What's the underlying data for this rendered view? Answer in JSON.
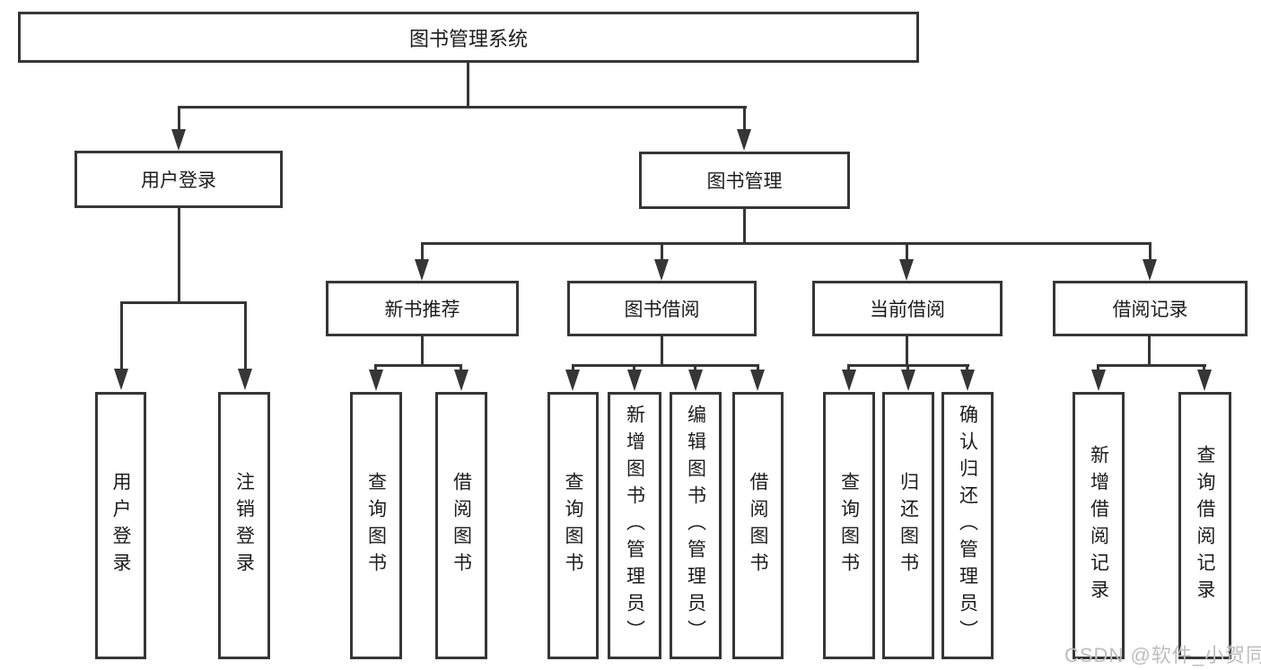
{
  "tree": {
    "root": "图书管理系统",
    "children": [
      {
        "label": "用户登录",
        "children": [
          {
            "label": "用户登录"
          },
          {
            "label": "注销登录"
          }
        ]
      },
      {
        "label": "图书管理",
        "children": [
          {
            "label": "新书推荐",
            "children": [
              {
                "label": "查询图书"
              },
              {
                "label": "借阅图书"
              }
            ]
          },
          {
            "label": "图书借阅",
            "children": [
              {
                "label": "查询图书"
              },
              {
                "label": "新增图书（管理员）"
              },
              {
                "label": "编辑图书（管理员）"
              },
              {
                "label": "借阅图书"
              }
            ]
          },
          {
            "label": "当前借阅",
            "children": [
              {
                "label": "查询图书"
              },
              {
                "label": "归还图书"
              },
              {
                "label": "确认归还（管理员）"
              }
            ]
          },
          {
            "label": "借阅记录",
            "children": [
              {
                "label": "新增借阅记录"
              },
              {
                "label": "查询借阅记录"
              }
            ]
          }
        ]
      }
    ]
  },
  "watermark": "CSDN @软件_小贺同学",
  "colors": {
    "line": "#363636",
    "text": "#1c1c1c",
    "background": "#ffffff",
    "watermark": "#bdbdbd"
  }
}
